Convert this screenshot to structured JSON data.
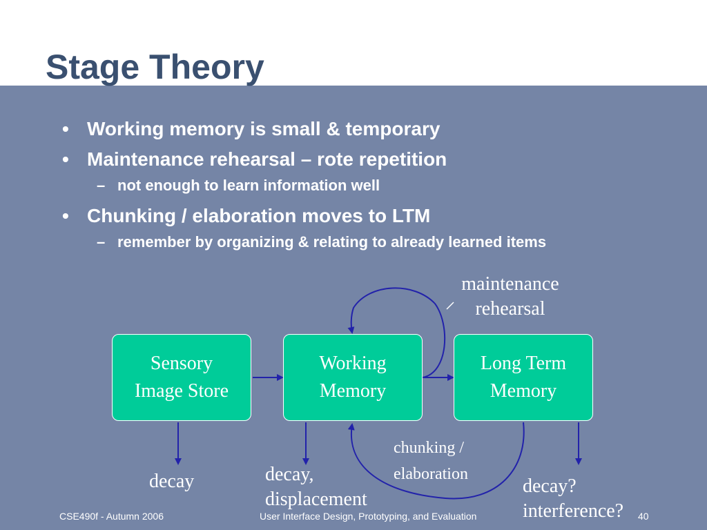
{
  "slide": {
    "title": "Stage Theory",
    "bullets": [
      {
        "text": "Working memory is small & temporary",
        "sub": []
      },
      {
        "text": "Maintenance rehearsal – rote repetition",
        "sub": [
          "not enough to learn information well"
        ]
      },
      {
        "text": "Chunking / elaboration moves to LTM",
        "sub": [
          "remember by organizing & relating to already learned items"
        ]
      }
    ],
    "bullet_marker": "•",
    "sub_marker": "–"
  },
  "diagram": {
    "boxes": {
      "sensory": {
        "line1": "Sensory",
        "line2": "Image Store"
      },
      "working": {
        "line1": "Working",
        "line2": "Memory"
      },
      "ltm": {
        "line1": "Long Term",
        "line2": "Memory"
      }
    },
    "labels": {
      "maintenance": {
        "line1": "maintenance",
        "line2": "rehearsal"
      },
      "chunking": {
        "line1": "chunking /",
        "line2": "elaboration"
      },
      "decay_sensory": "decay",
      "decay_working": {
        "line1": "decay,",
        "line2": "displacement"
      },
      "decay_ltm": {
        "line1": "decay?",
        "line2": "interference?"
      }
    },
    "colors": {
      "box": "#00cc99",
      "arrow": "#2222aa",
      "background": "#7585a6"
    }
  },
  "footer": {
    "course": "CSE490f - Autumn 2006",
    "subtitle": "User Interface Design, Prototyping, and Evaluation",
    "page": "40"
  }
}
